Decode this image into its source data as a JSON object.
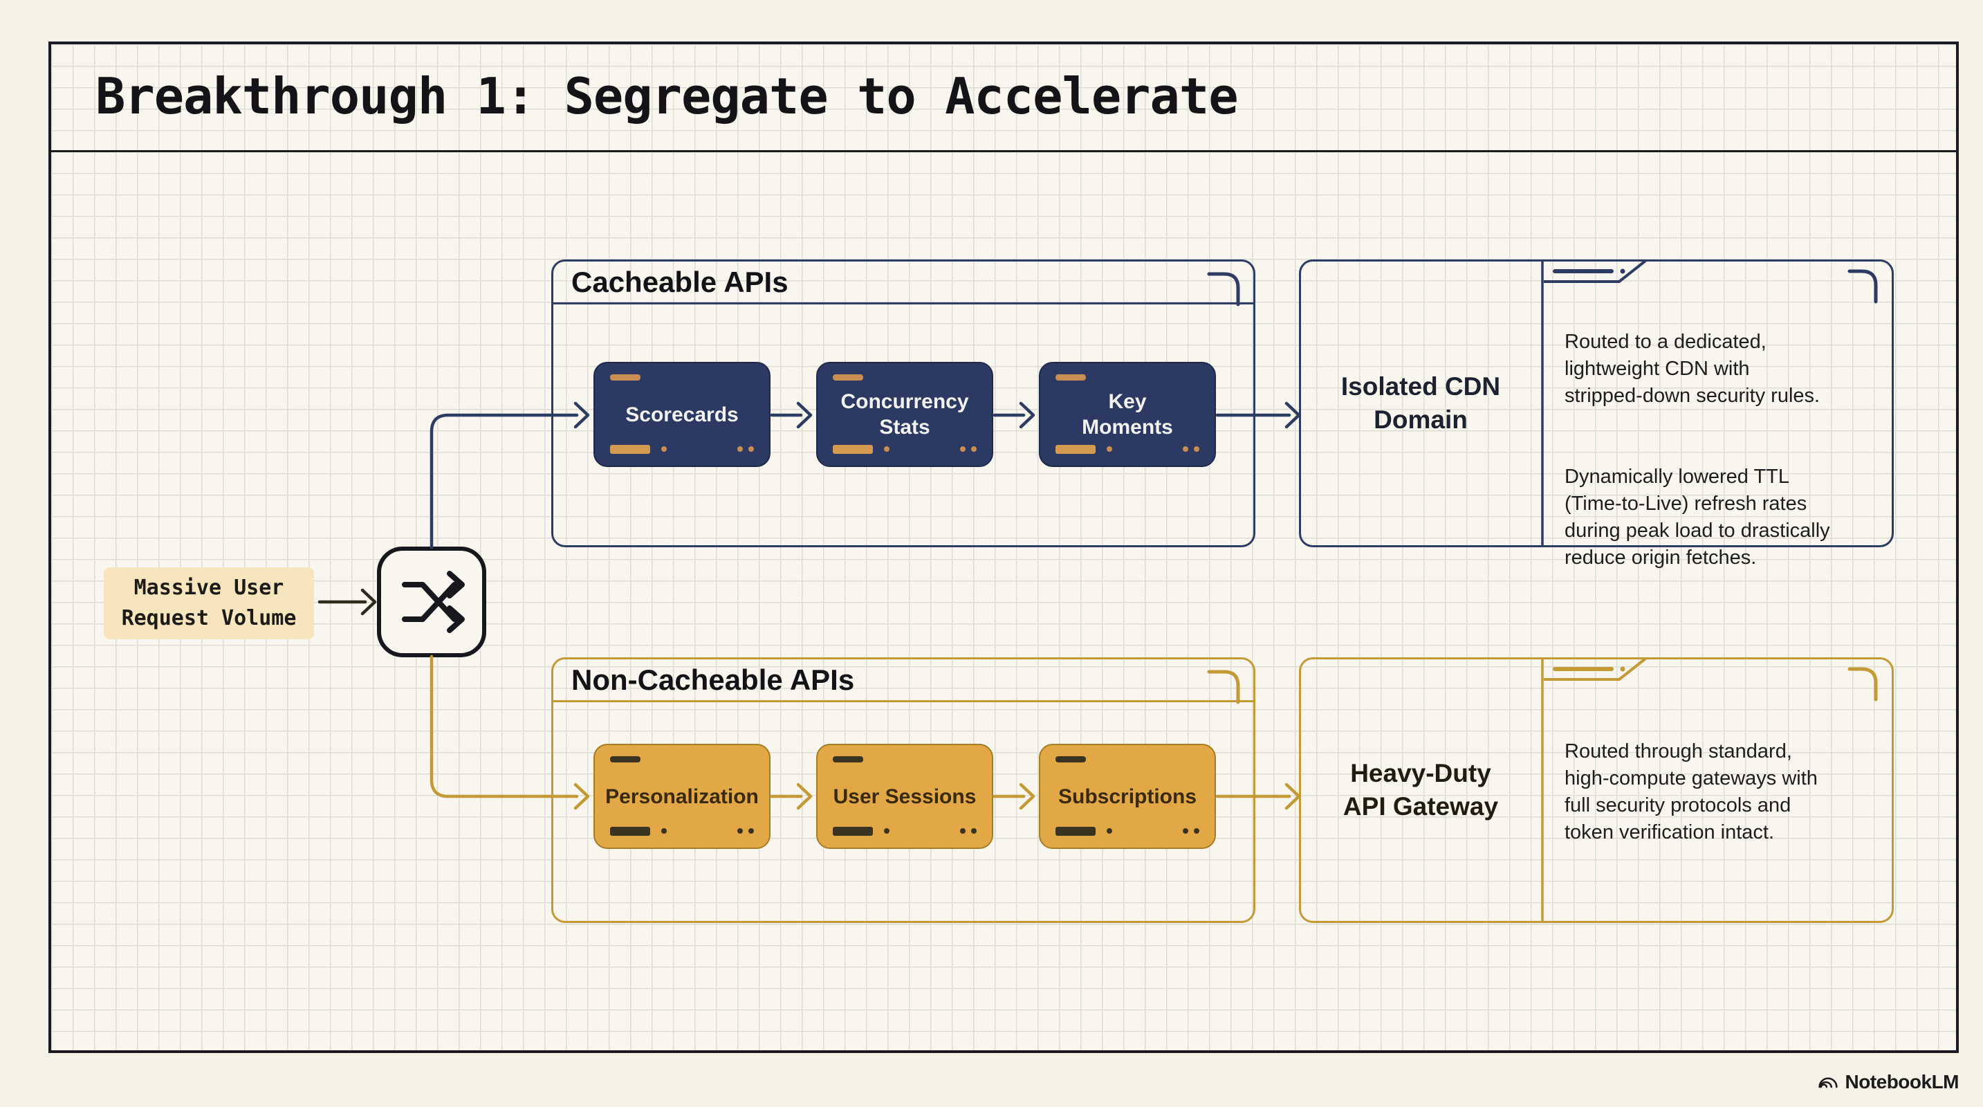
{
  "title": "Breakthrough 1: Segregate to Accelerate",
  "input": {
    "label": "Massive User\nRequest Volume"
  },
  "splitter": {
    "icon": "shuffle-icon"
  },
  "groups": {
    "cacheable": {
      "title": "Cacheable APIs",
      "items": [
        "Scorecards",
        "Concurrency\nStats",
        "Key\nMoments"
      ]
    },
    "non_cacheable": {
      "title": "Non-Cacheable APIs",
      "items": [
        "Personalization",
        "User Sessions",
        "Subscriptions"
      ]
    }
  },
  "outputs": {
    "cdn": {
      "title": "Isolated CDN\nDomain",
      "para1": "Routed to a dedicated,\nlightweight CDN with\nstripped-down security rules.",
      "para2": "Dynamically lowered TTL\n(Time-to-Live) refresh rates\nduring peak load to drastically\nreduce origin fetches."
    },
    "gateway": {
      "title": "Heavy-Duty\nAPI Gateway",
      "para1": "Routed through standard,\nhigh-compute gateways with\nfull security protocols and\ntoken verification intact."
    }
  },
  "branding": {
    "logo_text": "NotebookLM"
  },
  "colors": {
    "navy_line": "#2e3c64",
    "navy_card": "#2b3963",
    "gold_line": "#c49a36",
    "gold_card": "#e2a845",
    "paper": "#f8f6ee",
    "highlight": "#f7e5bd",
    "tan_accent": "#c98f52",
    "ink": "#1b1b23"
  }
}
